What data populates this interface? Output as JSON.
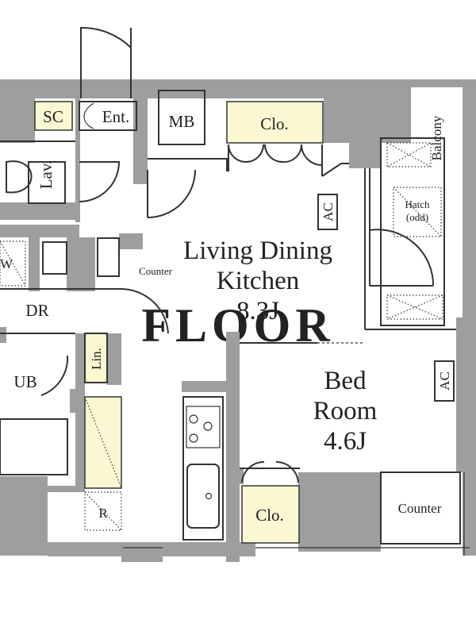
{
  "plan": {
    "rooms": {
      "ldk": {
        "line1": "Living Dining",
        "line2": "Kitchen",
        "size": "8.3J"
      },
      "bedroom": {
        "line1": "Bed",
        "line2": "Room",
        "size": "4.6J"
      }
    },
    "labels": {
      "sc": "SC",
      "entrance": "Ent.",
      "mb": "MB",
      "closet_top": "Clo.",
      "closet_bottom": "Clo.",
      "balcony": "Balcony",
      "hatch_line1": "Hatch",
      "hatch_line2": "(odd)",
      "ac_ldk": "AC",
      "ac_bed": "AC",
      "lav": "Lav.",
      "w": "W",
      "counter_small": "Counter",
      "counter_right": "Counter",
      "dr": "DR",
      "ub": "UB",
      "lin": "Lin.",
      "r": "R"
    },
    "colors": {
      "wall": "#9e9e9e",
      "highlight": "#fbf7d2",
      "line": "#333333"
    },
    "watermark": "FLOOR"
  }
}
